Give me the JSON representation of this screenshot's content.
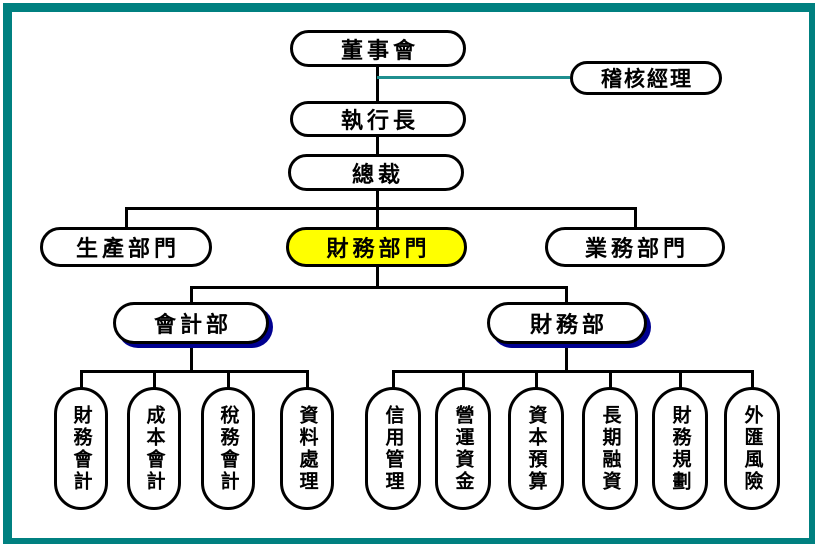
{
  "org_chart": {
    "nodes": {
      "board": {
        "label": "董事會"
      },
      "audit_manager": {
        "label": "稽核經理"
      },
      "ceo": {
        "label": "執行長"
      },
      "president": {
        "label": "總裁"
      },
      "production_division": {
        "label": "生產部門"
      },
      "finance_division": {
        "label": "財務部門"
      },
      "business_division": {
        "label": "業務部門"
      },
      "accounting_dept": {
        "label": "會計部"
      },
      "finance_dept": {
        "label": "財務部"
      }
    },
    "accounting_functions": [
      "財務會計",
      "成本會計",
      "稅務會計",
      "資料處理"
    ],
    "finance_functions": [
      "信用管理",
      "營運資金",
      "資本預算",
      "長期融資",
      "財務規劃",
      "外匯風險"
    ],
    "colors": {
      "frame_border": "#008080",
      "audit_connector_line": "#1f8f8f",
      "finance_division_highlight": "#ffff00",
      "dept_shadow": "#000090",
      "connector_line": "#000000"
    }
  }
}
